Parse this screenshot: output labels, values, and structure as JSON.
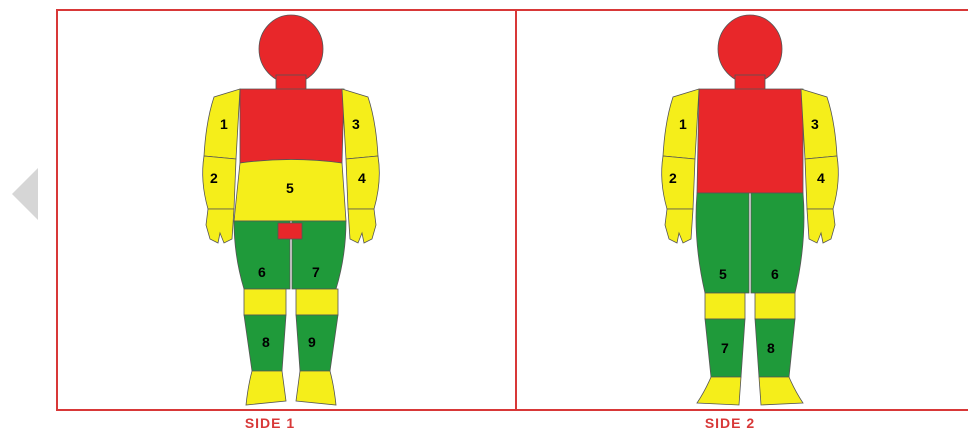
{
  "navigation": {
    "prev_icon": "chevron-left-icon"
  },
  "colors": {
    "border": "#d83838",
    "red": "#e8272a",
    "yellow": "#f5ee1a",
    "green": "#1f9a3a",
    "nav_arrow": "#d6d6d6",
    "outline": "#555555"
  },
  "side1": {
    "caption": "SIDE 1",
    "regions": {
      "r1": "1",
      "r2": "2",
      "r3": "3",
      "r4": "4",
      "r5": "5",
      "r6": "6",
      "r7": "7",
      "r8": "8",
      "r9": "9"
    }
  },
  "side2": {
    "caption": "SIDE 2",
    "regions": {
      "r1": "1",
      "r2": "2",
      "r3": "3",
      "r4": "4",
      "r5": "5",
      "r6": "6",
      "r7": "7",
      "r8": "8"
    }
  }
}
